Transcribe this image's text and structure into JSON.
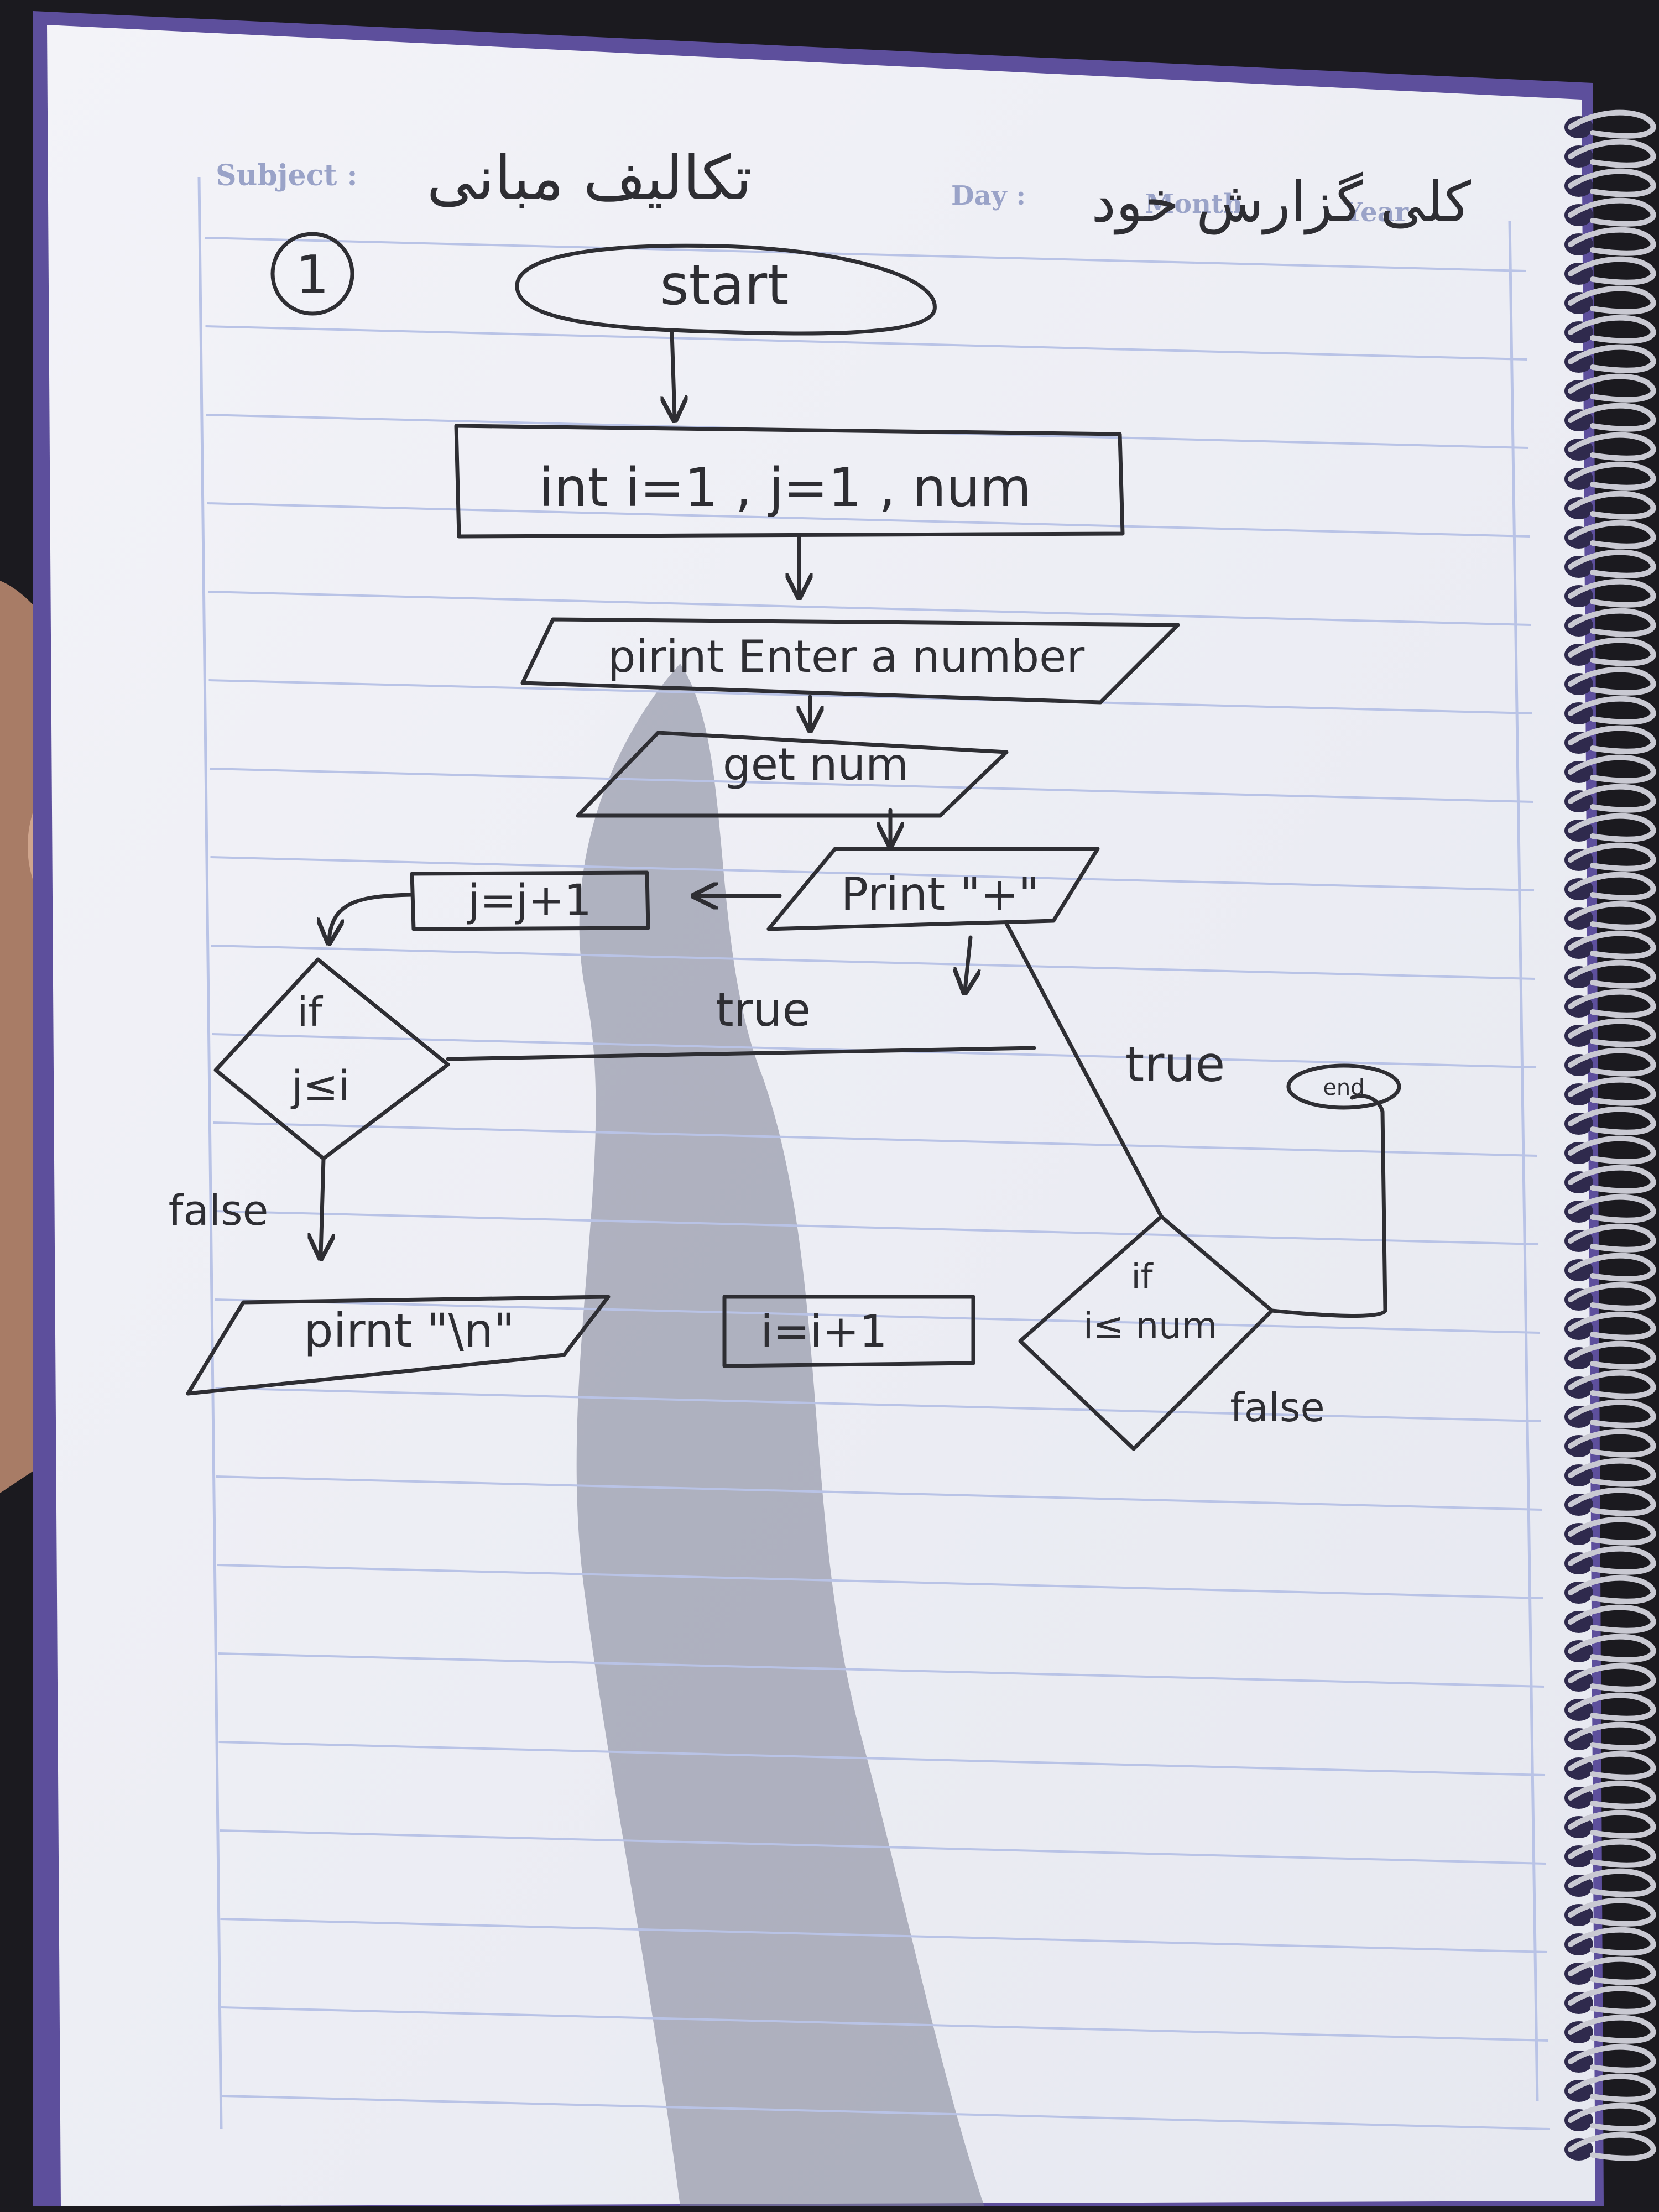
{
  "header": {
    "subject_label": "Subject :",
    "day_label": "Day :",
    "month_label": "Month",
    "year_label": "Year",
    "handwritten_title": "تکالیف مبانی",
    "handwritten_name": "کلی گزارش خود"
  },
  "diagram": {
    "problem_number": "1",
    "start": "start",
    "declare": "int  i=1 , j=1 , num",
    "prompt": "pirint Enter a number",
    "input": "get num",
    "print_plus": "Print \"+\"",
    "inc_j": "j=j+1",
    "cond_j": {
      "line1": "if",
      "line2": "j≤i"
    },
    "print_newline": "pirnt \"\\n\"",
    "inc_i": "i=i+1",
    "cond_i": {
      "line1": "if",
      "line2": "i≤ num"
    },
    "end": "end",
    "label_true_j": "true",
    "label_true_i": "true",
    "label_false_j": "false",
    "label_false_i": "false"
  },
  "colors": {
    "paper": "#eceef6",
    "rule_line": "#b9c3e6",
    "ink": "#2e2e33",
    "notebook_cover": "#5d4f9c",
    "shadow": "#6f7388"
  }
}
